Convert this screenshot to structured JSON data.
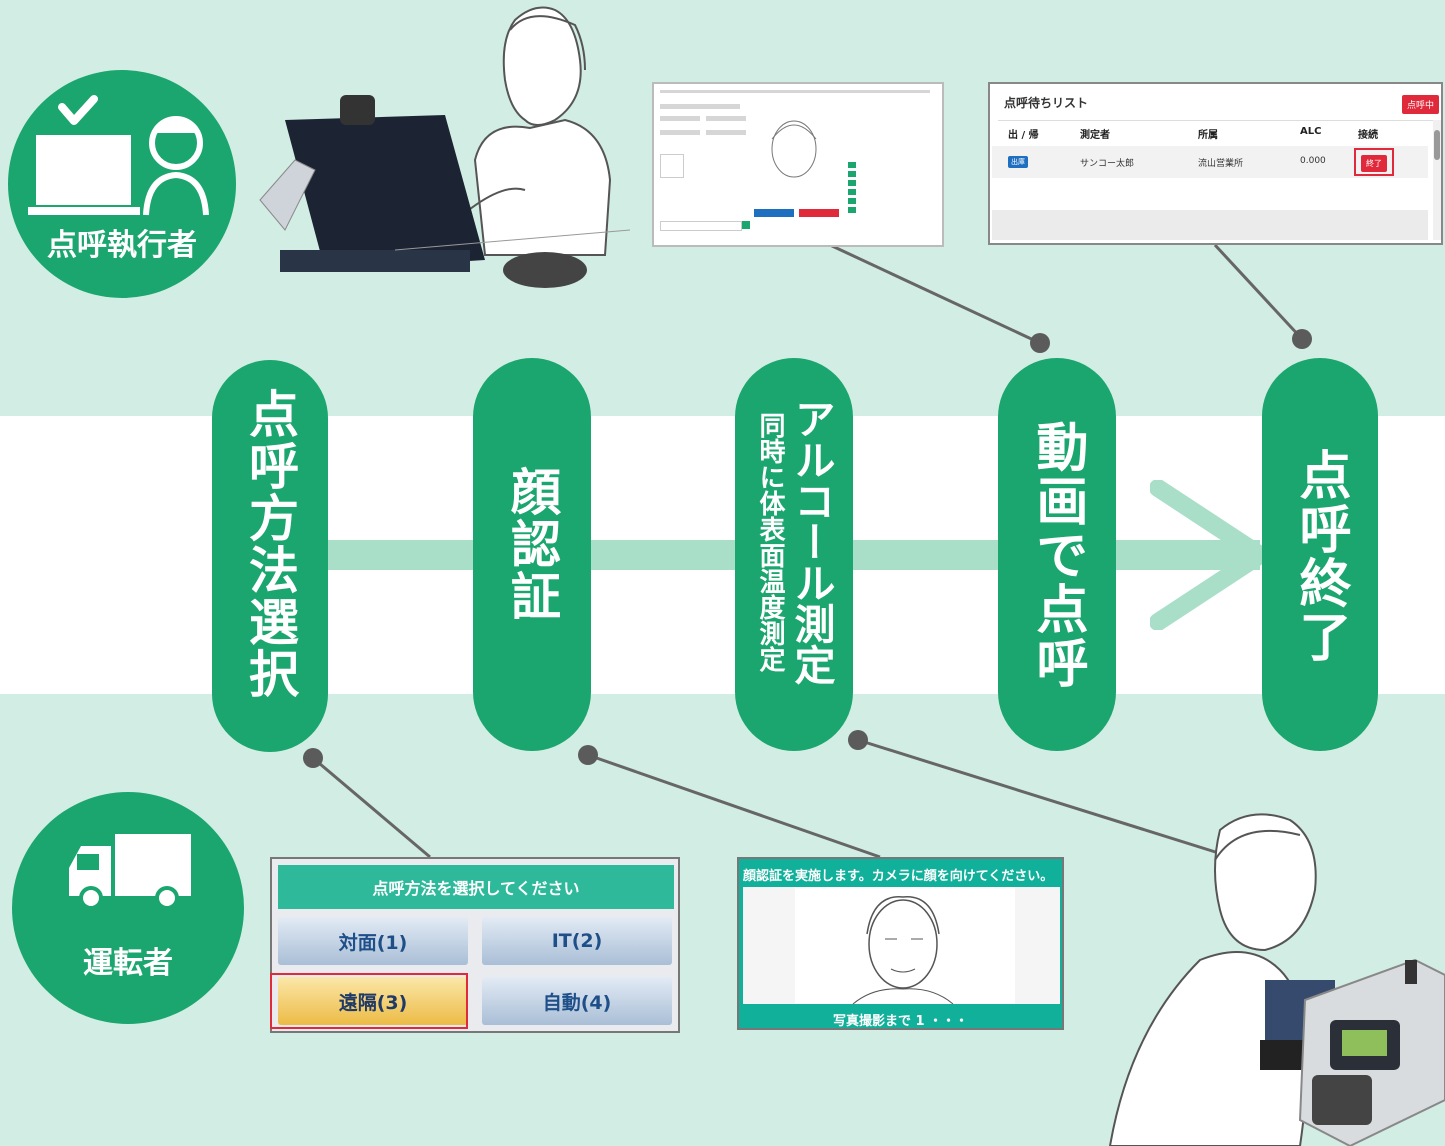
{
  "operator": {
    "label": "点呼執行者"
  },
  "driver": {
    "label": "運転者"
  },
  "steps": [
    {
      "label": "点呼方法選択"
    },
    {
      "label": "顔認証"
    },
    {
      "label": "アルコール測定",
      "sublabel": "同時に体表面温度測定"
    },
    {
      "label": "動画で点呼"
    },
    {
      "label": "点呼終了"
    }
  ],
  "method_screen": {
    "header": "点呼方法を選択してください",
    "options": [
      {
        "label": "対面(1)",
        "selected": false
      },
      {
        "label": "IT(2)",
        "selected": false
      },
      {
        "label": "遠隔(3)",
        "selected": true
      },
      {
        "label": "自動(4)",
        "selected": false
      }
    ]
  },
  "face_screen": {
    "header": "顔認証を実施します。カメラに顔を向けてください。",
    "footer": "写真撮影まで 1 ・・・"
  },
  "queue_screen": {
    "title": "点呼待ちリスト",
    "status_button": "点呼中",
    "columns": [
      "出 / 帰",
      "測定者",
      "所属",
      "ALC",
      "接続"
    ],
    "rows": [
      {
        "type": "出庫",
        "name": "サンコー太郎",
        "dept": "流山営業所",
        "alc": "0.000",
        "action": "終了"
      }
    ]
  },
  "colors": {
    "green": "#1aa66e",
    "background": "#d2ede3",
    "flow": "#a9dfc8",
    "red": "#e0293b"
  }
}
